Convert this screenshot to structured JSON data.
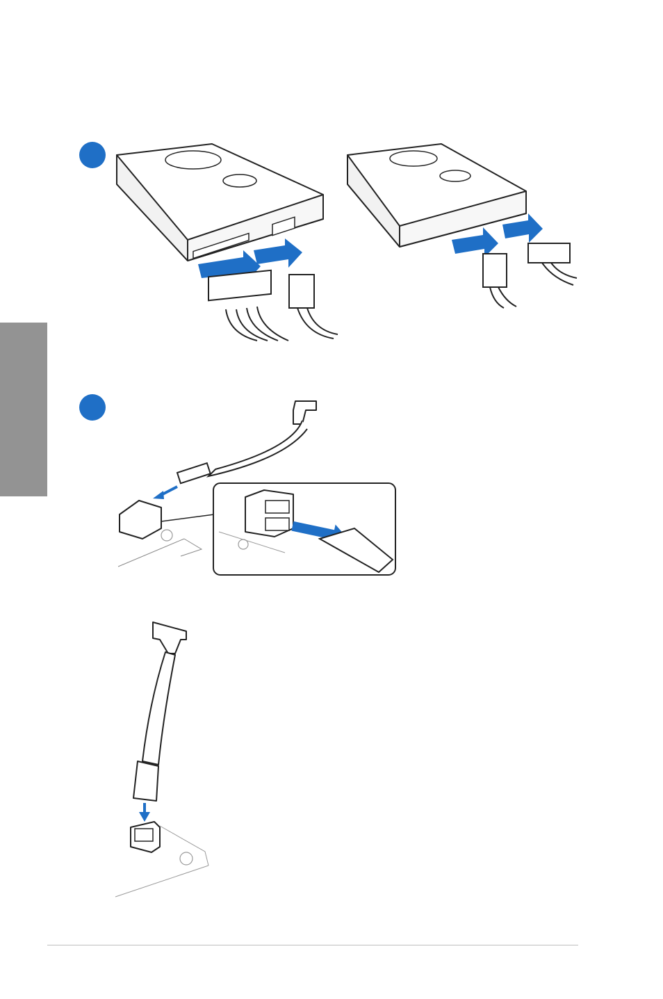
{
  "page": {
    "side_tab_color": "#939393",
    "accent_color": "#1f6fc6"
  },
  "steps": [
    {
      "label": ""
    },
    {
      "label": ""
    }
  ],
  "figures": [
    {
      "name": "hdd-sata-power-and-data-connection",
      "icon": "hard-drive-icon"
    },
    {
      "name": "hdd-alternate-orientation-connection",
      "icon": "hard-drive-icon"
    },
    {
      "name": "sata-cable-to-motherboard-port",
      "icon": "sata-cable-icon"
    },
    {
      "name": "sata-cable-right-angle-to-board",
      "icon": "sata-cable-icon"
    }
  ]
}
